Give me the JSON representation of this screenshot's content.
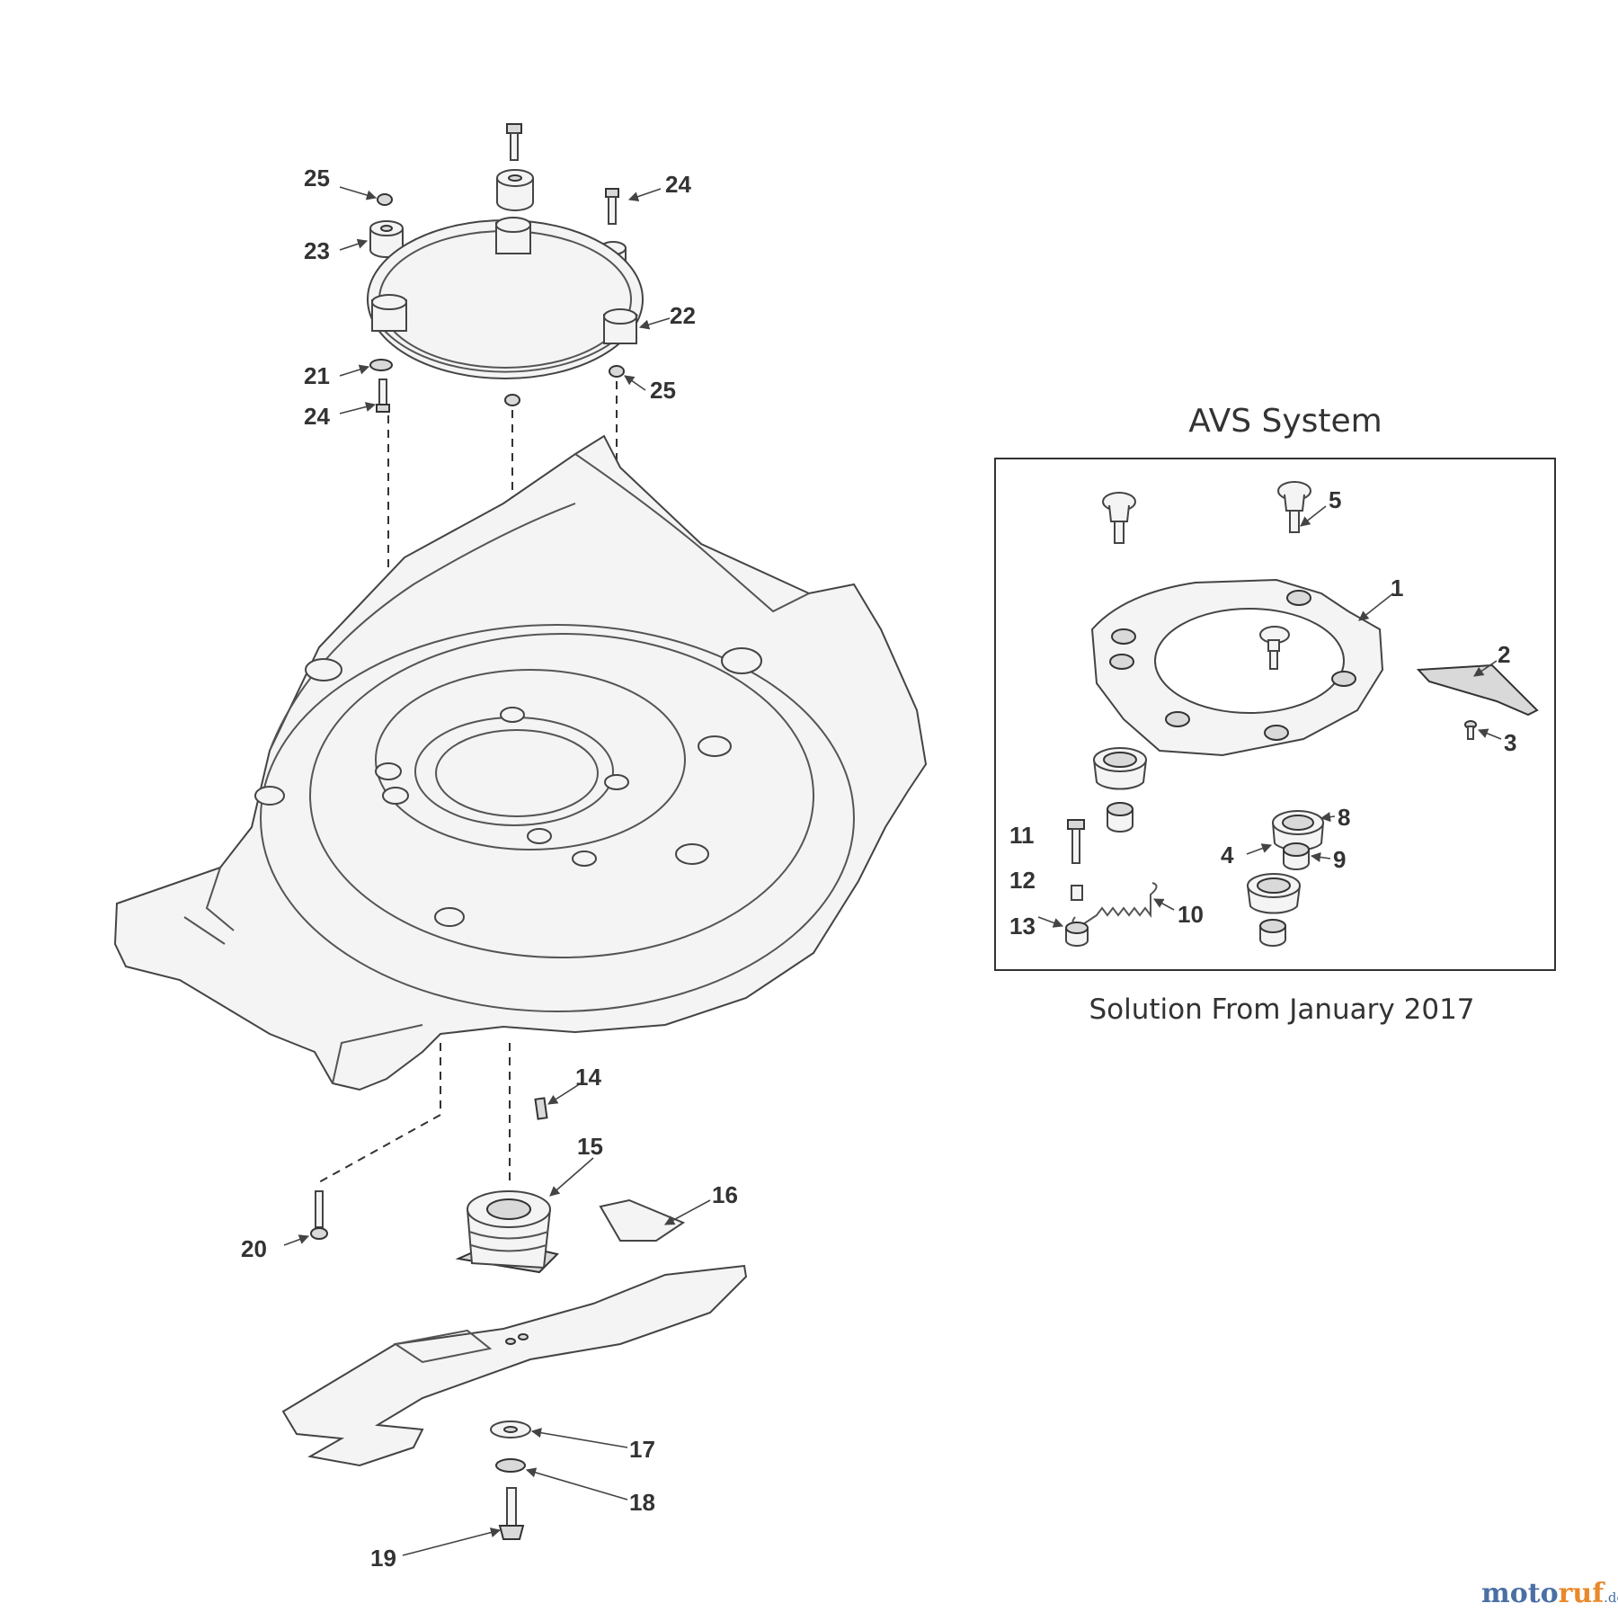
{
  "avs": {
    "title": "AVS System",
    "caption": "Solution From January 2017"
  },
  "labels": {
    "l1": "1",
    "l2": "2",
    "l3": "3",
    "l4": "4",
    "l5": "5",
    "l8": "8",
    "l9": "9",
    "l10": "10",
    "l11": "11",
    "l12": "12",
    "l13": "13",
    "l14": "14",
    "l15": "15",
    "l16": "16",
    "l17": "17",
    "l18": "18",
    "l19": "19",
    "l20": "20",
    "l21": "21",
    "l22": "22",
    "l23": "23",
    "l24a": "24",
    "l24b": "24",
    "l25a": "25",
    "l25b": "25"
  },
  "watermark": {
    "main": "moto",
    "accent": "ruf",
    "tld": ".de"
  }
}
